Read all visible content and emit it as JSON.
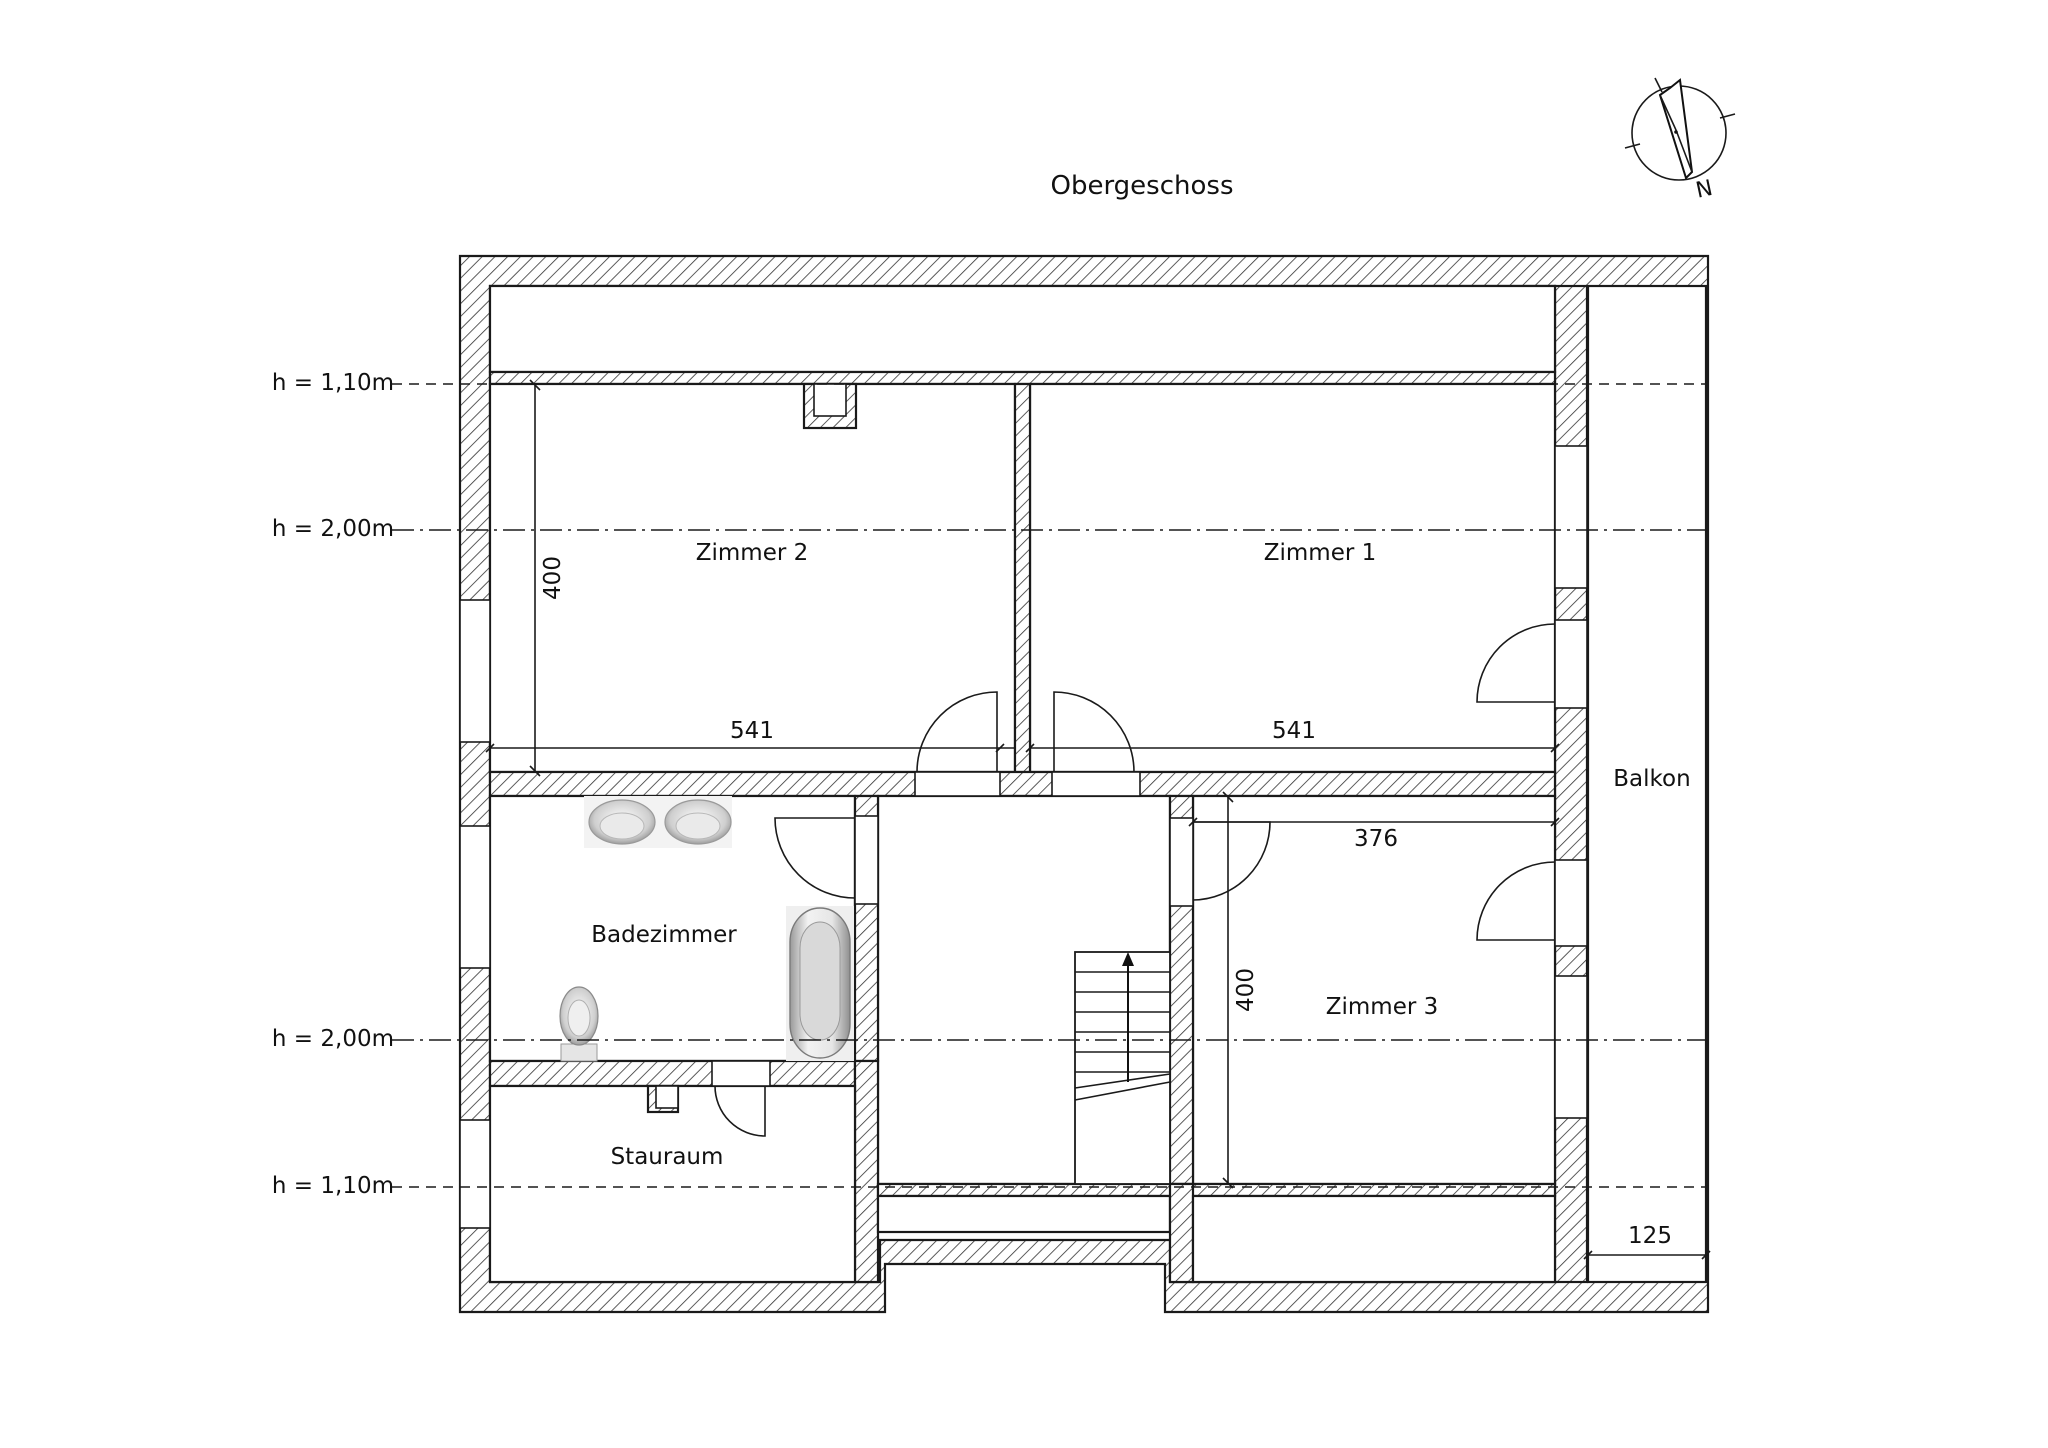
{
  "title": "Obergeschoss",
  "compass_letter": "N",
  "rooms": {
    "zimmer2": "Zimmer 2",
    "zimmer1": "Zimmer 1",
    "zimmer3": "Zimmer 3",
    "badezimmer": "Badezimmer",
    "stauraum": "Stauraum",
    "balkon": "Balkon"
  },
  "dimensions": {
    "z2_height": "400",
    "z2_width": "541",
    "z1_width": "541",
    "z3_width": "376",
    "z3_height": "400",
    "balkon_width": "125"
  },
  "height_lines": [
    {
      "label": "h = 1,10m",
      "style": "dashed"
    },
    {
      "label": "h = 2,00m",
      "style": "dash-dot"
    },
    {
      "label": "h = 2,00m",
      "style": "dash-dot"
    },
    {
      "label": "h = 1,10m",
      "style": "dashed"
    }
  ]
}
